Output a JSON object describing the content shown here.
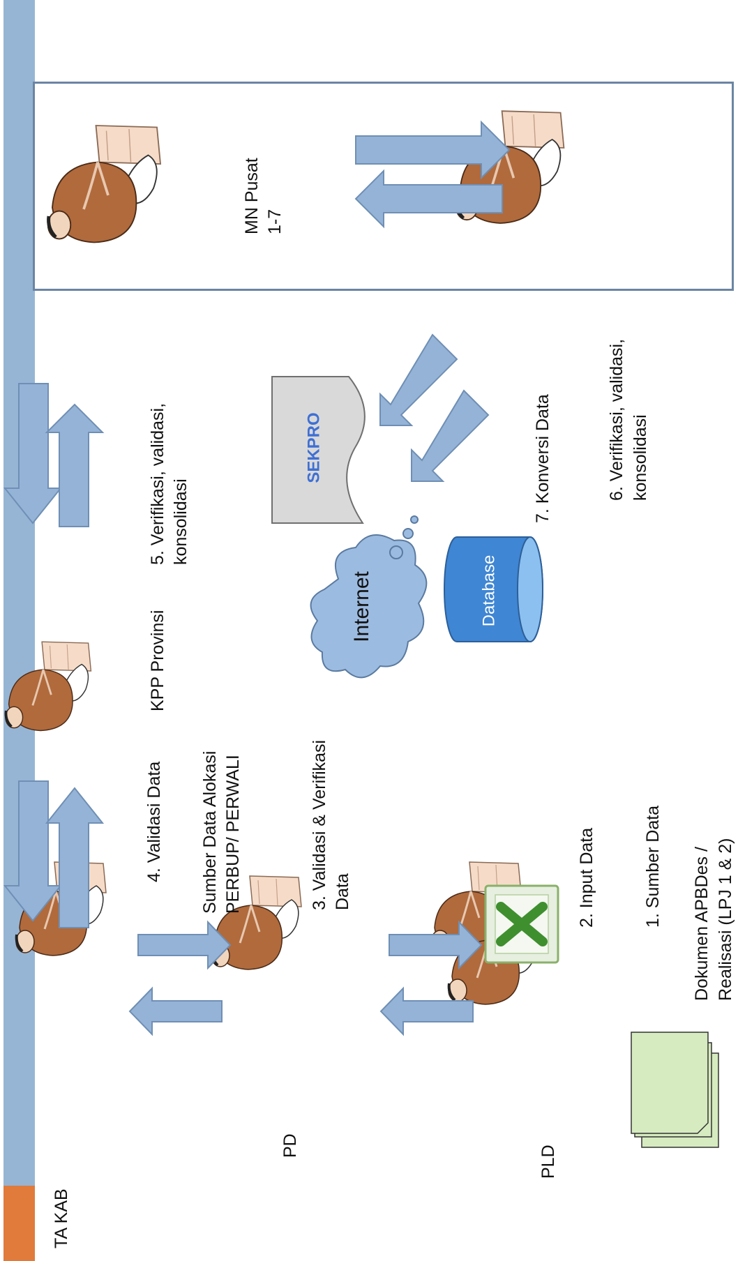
{
  "actors": {
    "ta_kab": "TA KAB",
    "pd": "PD",
    "pld": "PLD",
    "kpp": "KPP Provinsi",
    "mn_pusat": [
      "MN Pusat",
      "1-7"
    ]
  },
  "steps": {
    "s1": "1. Sumber Data",
    "s1_doc": [
      "Dokumen APBDes /",
      "Realisasi (LPJ 1 & 2)"
    ],
    "s2": "2. Input Data",
    "s3": [
      "3. Validasi & Verifikasi",
      "Data"
    ],
    "s4": "4. Validasi Data",
    "s4_src": [
      "Sumber Data Alokasi",
      "PERBUP/ PERWALI"
    ],
    "s5": [
      "5. Verifikasi, validasi,",
      "konsolidasi"
    ],
    "s6": [
      "6. Verifikasi, validasi,",
      "konsolidasi"
    ],
    "s7": "7. Konversi Data"
  },
  "systems": {
    "sekpro": "SEKPRO",
    "internet": "Internet",
    "database": "Database"
  },
  "colors": {
    "sidebar": "#96b5d5",
    "accent": "#e07b3c",
    "arrow_fill": "#95b3d7",
    "arrow_stroke": "#6f8fb4",
    "sekpro_text": "#3e6fd4",
    "cloud": "#9cbbe0",
    "database": "#3f86d4",
    "skin": "#b06a3c"
  }
}
